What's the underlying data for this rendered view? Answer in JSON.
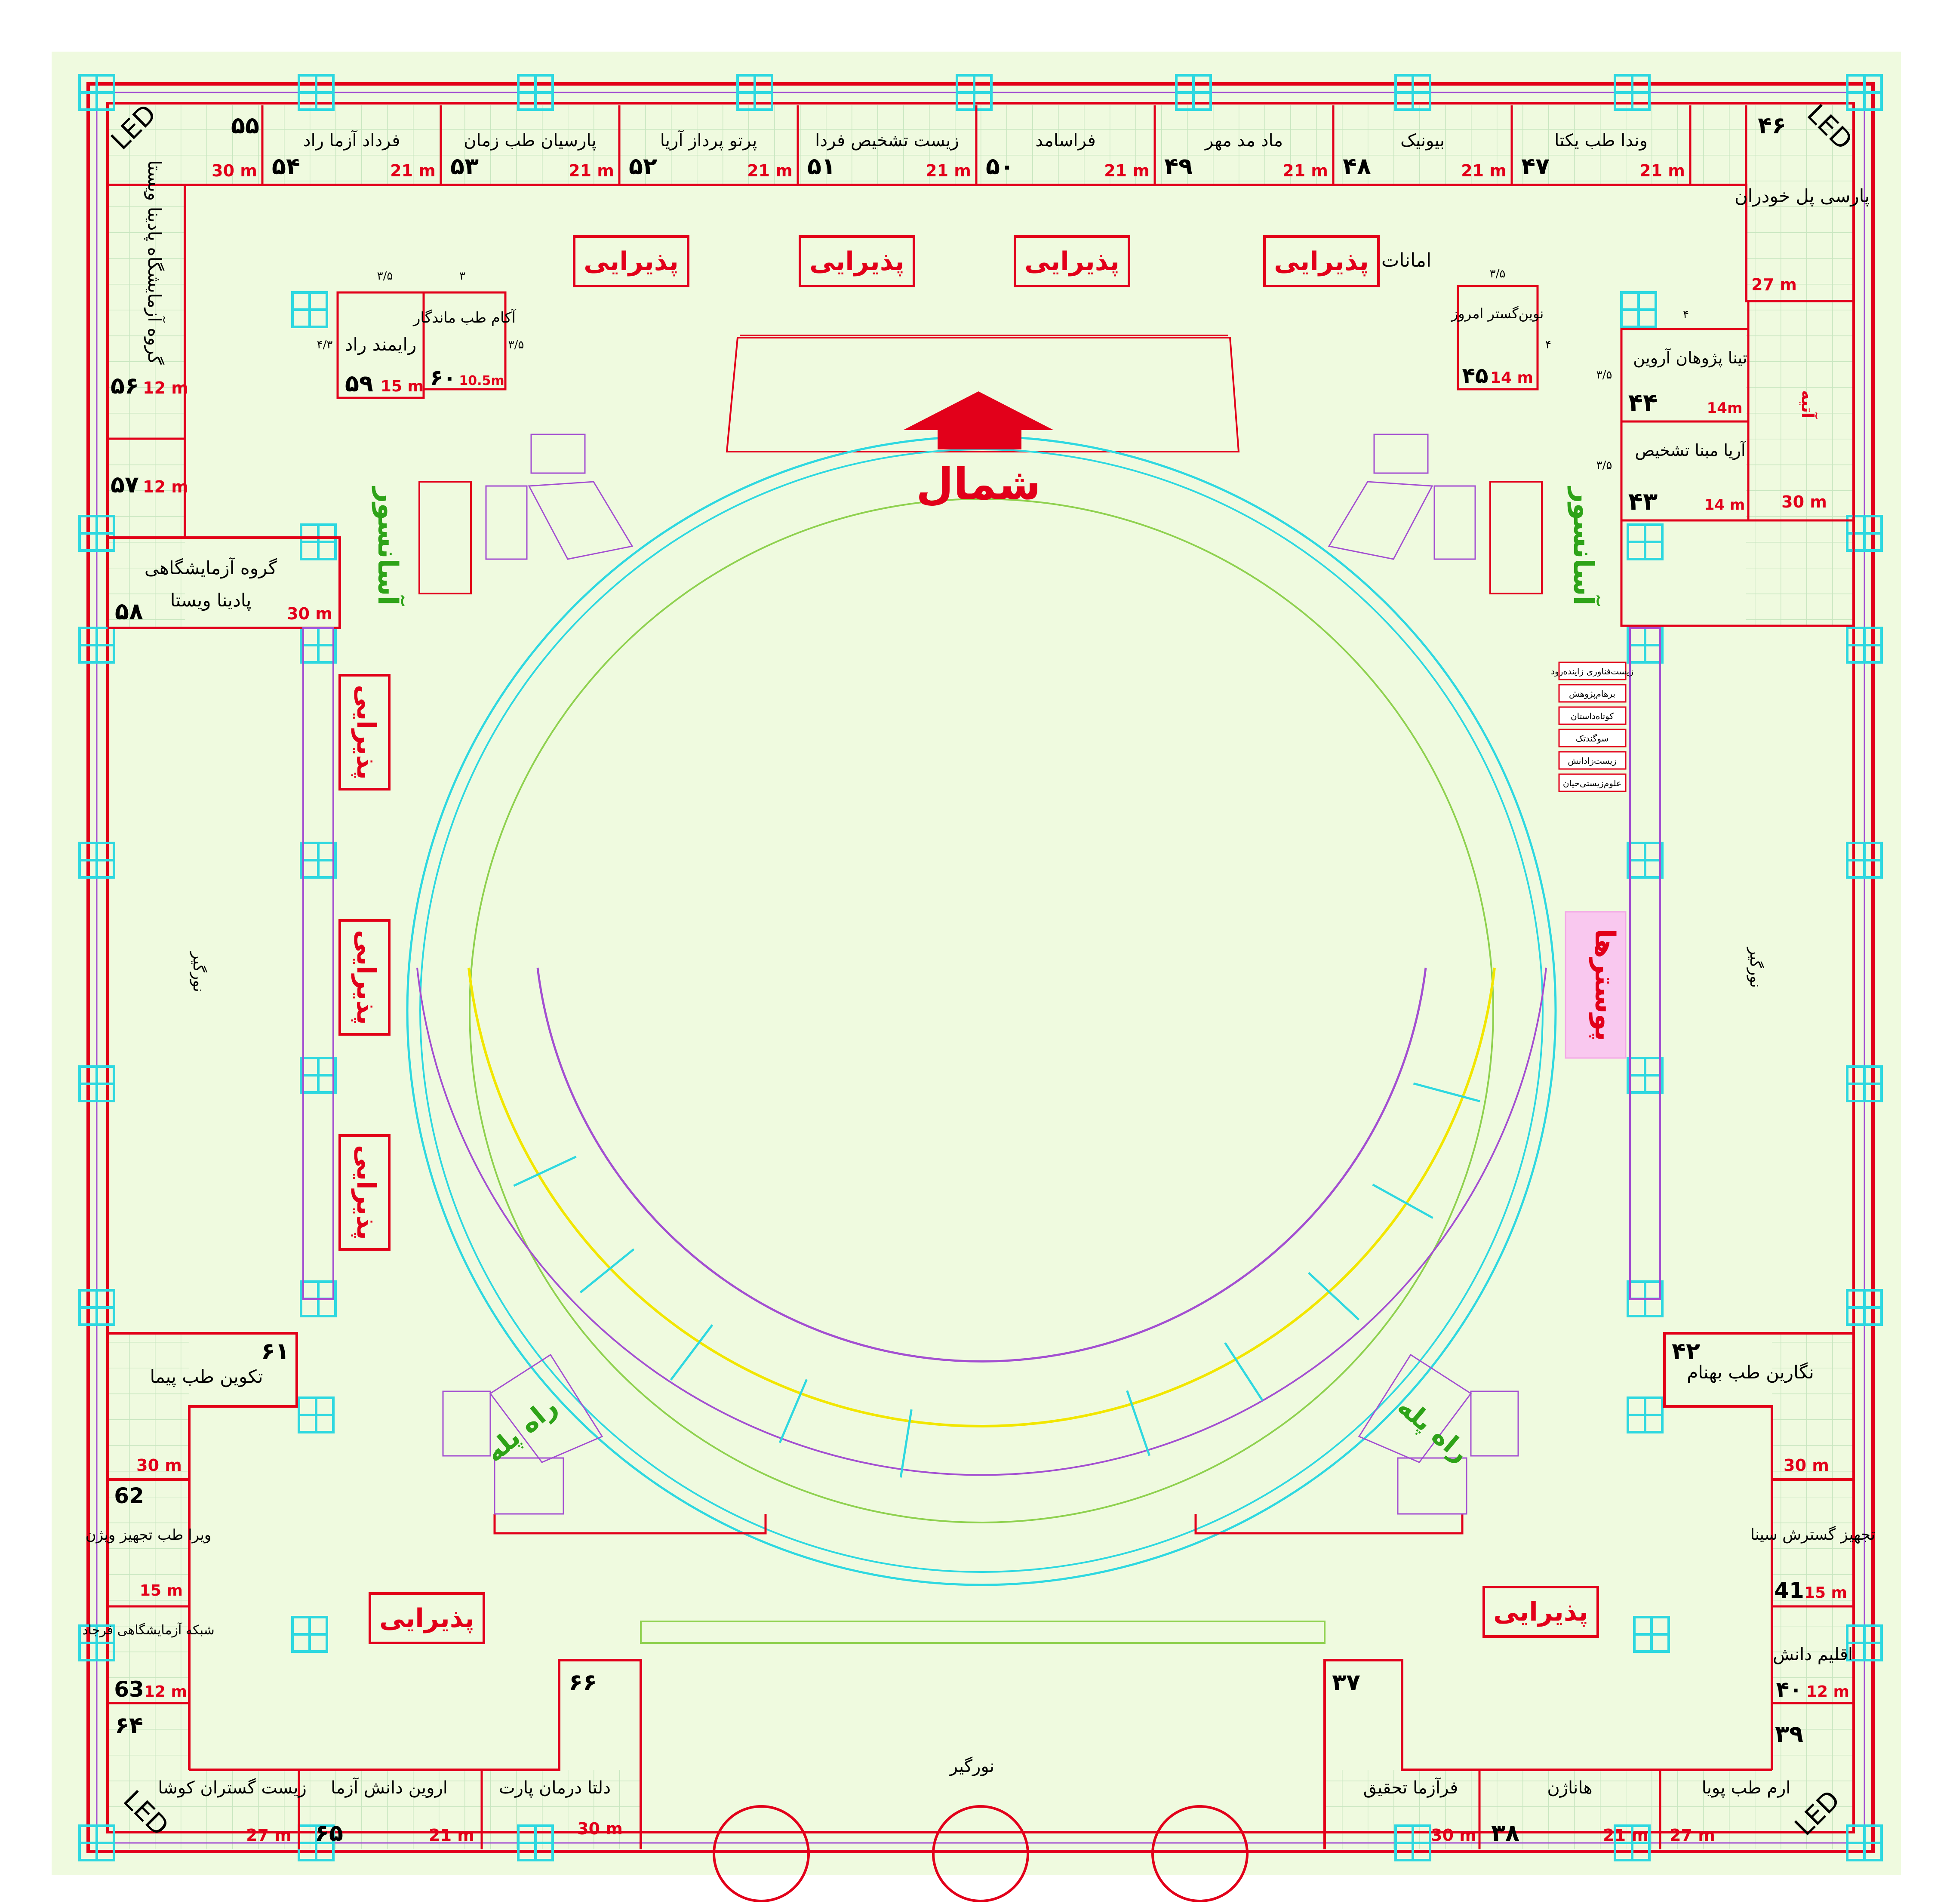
{
  "north_label": "شمال",
  "elevator_label": "آسانسور",
  "stair_label": "راه پله",
  "reception_label": "پذیرایی",
  "light_well_label": "نورگیر",
  "poster_label": "پوسترها",
  "storage_label": "امانات",
  "led_label": "LED",
  "top_row": [
    {
      "num": "۵۵",
      "name": "",
      "size": "30 m"
    },
    {
      "num": "۵۴",
      "name": "فرداد آزما راد",
      "size": "21 m"
    },
    {
      "num": "۵۳",
      "name": "پارسیان طب زمان",
      "size": "21 m"
    },
    {
      "num": "۵۲",
      "name": "پرتو پرداز آریا",
      "size": "21 m"
    },
    {
      "num": "۵۱",
      "name": "زیست تشخیص فردا",
      "size": "21 m"
    },
    {
      "num": "۵۰",
      "name": "فراسامد",
      "size": "21 m"
    },
    {
      "num": "۴۹",
      "name": "ماد مد مهر",
      "size": "21 m"
    },
    {
      "num": "۴۸",
      "name": "بیونیک",
      "size": "21 m"
    },
    {
      "num": "۴۷",
      "name": "وندا طب یکتا",
      "size": "21 m"
    },
    {
      "num": "۴۶",
      "name": "",
      "size": ""
    }
  ],
  "booth_46_name": "پارسی پل خودران",
  "booth_46_size": "27 m",
  "booth_45": {
    "num": "۴۵",
    "name": "نوین‌گستر امروز",
    "size": "14 m"
  },
  "booth_44": {
    "num": "۴۴",
    "name": "تینا پژوهان آروین",
    "size": "14m"
  },
  "booth_43": {
    "num": "۴۳",
    "name": "آریا مبنا تشخیص",
    "size": "14 m"
  },
  "booth_tall_right": {
    "name": "آتیه",
    "size": "30 m"
  },
  "booth_56": {
    "num": "۵۶",
    "size": "12 m"
  },
  "booth_57": {
    "num": "۵۷",
    "size": "12 m"
  },
  "left_vertical_name": "گروه آزمایشگاه پادینا ویستا",
  "booth_58": {
    "num": "۵۸",
    "name_line1": "گروه آزمایشگاهی",
    "name_line2": "پادینا ویستا",
    "size": "30 m"
  },
  "booth_59": {
    "num": "۵۹",
    "name": "رایمند راد",
    "size": "15 m"
  },
  "booth_60": {
    "num": "۶۰",
    "name": "آکام طب ماندگار",
    "size": "10.5m"
  },
  "booth_61": {
    "num": "۶۱",
    "name": "تکوین طب پیما",
    "size": "30 m"
  },
  "booth_62": {
    "num": "62",
    "name": "ویرا طب تجهیز ویژن",
    "size": "15 m"
  },
  "booth_63": {
    "num": "63",
    "name": "شبکه آزمایشگاهی فرجاد",
    "size": "12 m"
  },
  "booth_64": {
    "num": "۶۴"
  },
  "booth_65": {
    "num": "۶۵",
    "name": "اروین دانش آزما",
    "size": "21 m"
  },
  "booth_66": {
    "num": "۶۶",
    "name": "دلتا درمان پارت",
    "size": "30 m"
  },
  "booth_bl": {
    "name": "زیست گستران کوشا",
    "size": "27 m"
  },
  "booth_42": {
    "num": "۴۲",
    "name": "نگارین طب بهنام",
    "size": "30 m"
  },
  "booth_41": {
    "num": "41",
    "name": "تجهیز گسترش سینا",
    "size": "15 m"
  },
  "booth_40": {
    "num": "۴۰",
    "name": "اقلیم دانش",
    "size": "12 m"
  },
  "booth_39": {
    "num": "۳۹"
  },
  "booth_38": {
    "num": "۳۸",
    "name": "هاناژن",
    "size": "21 m"
  },
  "booth_37": {
    "num": "۳۷",
    "name": "فرآزما تحقیق",
    "size": "30 m"
  },
  "booth_br": {
    "name": "ارم طب پویا",
    "size": "27 m"
  },
  "small_list": [
    "زیست‌فناوری زاینده‌رود",
    "برهام‌پژوهش",
    "کوتاه‌داستان",
    "سوگند‌تک",
    "زیست‌زادانش",
    "علوم‌زیستی‌حیان"
  ],
  "dims": [
    "۳/۵",
    "۳",
    "۴/۳",
    "۳/۵",
    "۳/۵",
    "۴",
    "۴",
    "۳/۵",
    "۳/۵"
  ],
  "colors": {
    "wall": "#e2001a",
    "cyan": "#2ed8e0",
    "green_line": "#8fd14f",
    "purple": "#a34fd1",
    "yellow": "#f2e600",
    "background": "#effadf",
    "grid": "#c8e6c0"
  }
}
